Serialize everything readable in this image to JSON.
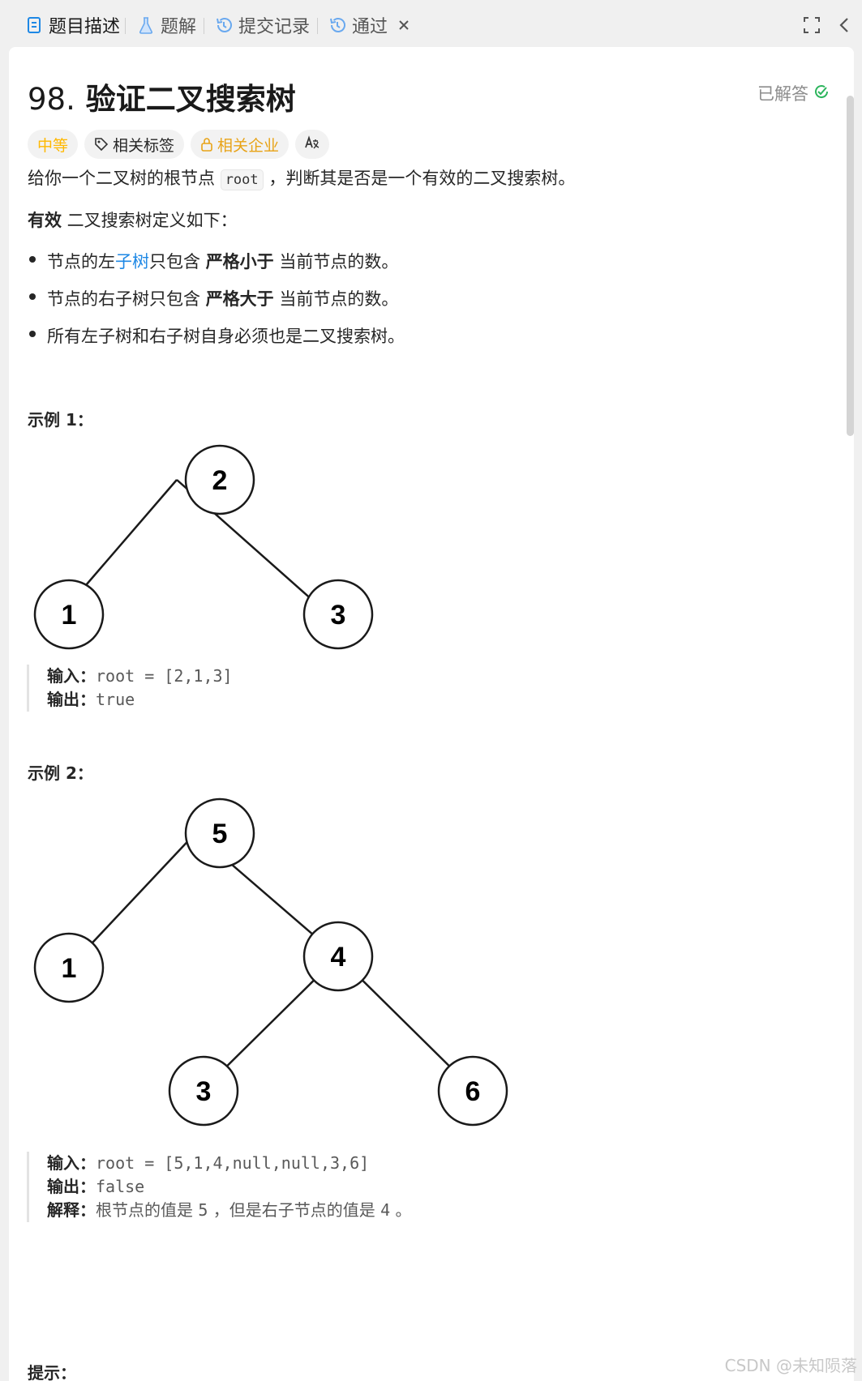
{
  "tabs": [
    {
      "label": "题目描述",
      "icon": "document-icon"
    },
    {
      "label": "题解",
      "icon": "flask-icon"
    },
    {
      "label": "提交记录",
      "icon": "history-icon"
    },
    {
      "label": "通过",
      "icon": "history-icon"
    }
  ],
  "problem": {
    "number": "98.",
    "title": "验证二叉搜索树",
    "status": "已解答",
    "difficulty": "中等",
    "tags": [
      "相关标签",
      "相关企业"
    ],
    "intro_pre": "给你一个二叉树的根节点",
    "intro_code": "root",
    "intro_post": "，判断其是否是一个有效的二叉搜索树。",
    "def_bold": "有效",
    "def_rest": " 二叉搜索树定义如下：",
    "rules": [
      {
        "pre": "节点的左",
        "link": "子树",
        "mid": "只包含 ",
        "bold": "严格小于",
        "post": " 当前节点的数。"
      },
      {
        "pre": "节点的右子树只包含 ",
        "bold": "严格大于",
        "post": " 当前节点的数。"
      },
      {
        "pre": "所有左子树和右子树自身必须也是二叉搜索树。"
      }
    ]
  },
  "example1": {
    "heading": "示例 1：",
    "tree_nodes": [
      "2",
      "1",
      "3"
    ],
    "input_label": "输入：",
    "input": "root = [2,1,3]",
    "output_label": "输出：",
    "output": "true"
  },
  "example2": {
    "heading": "示例 2：",
    "tree_nodes": [
      "5",
      "1",
      "4",
      "3",
      "6"
    ],
    "input_label": "输入：",
    "input": "root = [5,1,4,null,null,3,6]",
    "output_label": "输出：",
    "output": "false",
    "explain_label": "解释：",
    "explain_pre": "根节点的值是 ",
    "explain_v1": "5",
    "explain_mid": " ，但是右子节点的值是 ",
    "explain_v2": "4",
    "explain_post": " 。"
  },
  "hints_heading": "提示：",
  "watermark": "CSDN @未知陨落",
  "colors": {
    "accent": "#1e88e5",
    "difficulty": "#ffb800",
    "solved": "#2db55d"
  }
}
